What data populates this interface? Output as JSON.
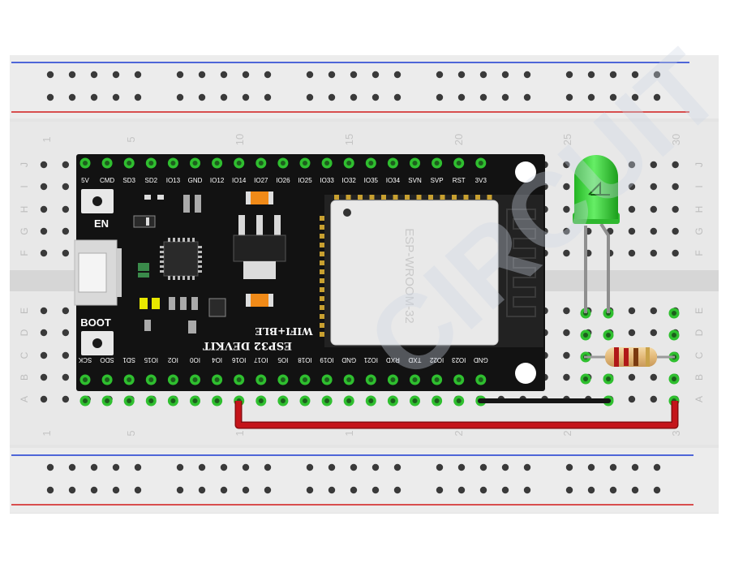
{
  "breadboard": {
    "row_labels": [
      "J",
      "I",
      "H",
      "G",
      "F",
      "E",
      "D",
      "C",
      "B",
      "A"
    ],
    "column_numbers_top": [
      "1",
      "5",
      "10",
      "15",
      "20",
      "25",
      "30"
    ],
    "column_numbers_bottom": [
      "1",
      "5",
      "1",
      "1",
      "2",
      "2",
      "3"
    ]
  },
  "board": {
    "name": "ESP32 DEVKIT",
    "subtitle": "WIFI+BLE",
    "module_label": "ESP-WROOM-32",
    "top_pins": [
      "5V",
      "CMD",
      "SD3",
      "SD2",
      "IO13",
      "GND",
      "IO12",
      "IO14",
      "IO27",
      "IO26",
      "IO25",
      "IO33",
      "IO32",
      "IO35",
      "IO34",
      "SVN",
      "SVP",
      "RST",
      "3V3"
    ],
    "bottom_pins": [
      "SCK",
      "SDO",
      "SD1",
      "IO15",
      "IO2",
      "IO0",
      "IO4",
      "IO16",
      "IO17",
      "IO5",
      "IO18",
      "IO19",
      "GND",
      "IO21",
      "RXD",
      "TXD",
      "IO22",
      "IO23",
      "GND"
    ],
    "en_label": "EN",
    "boot_label": "BOOT"
  },
  "components": {
    "led_color": "#3fd23f",
    "wire_red": "#c4141a",
    "wire_black": "#151515",
    "rail_red": "#d11a1a",
    "rail_blue": "#1a3ad1"
  },
  "watermark": {
    "text": "CIRCUIT"
  }
}
